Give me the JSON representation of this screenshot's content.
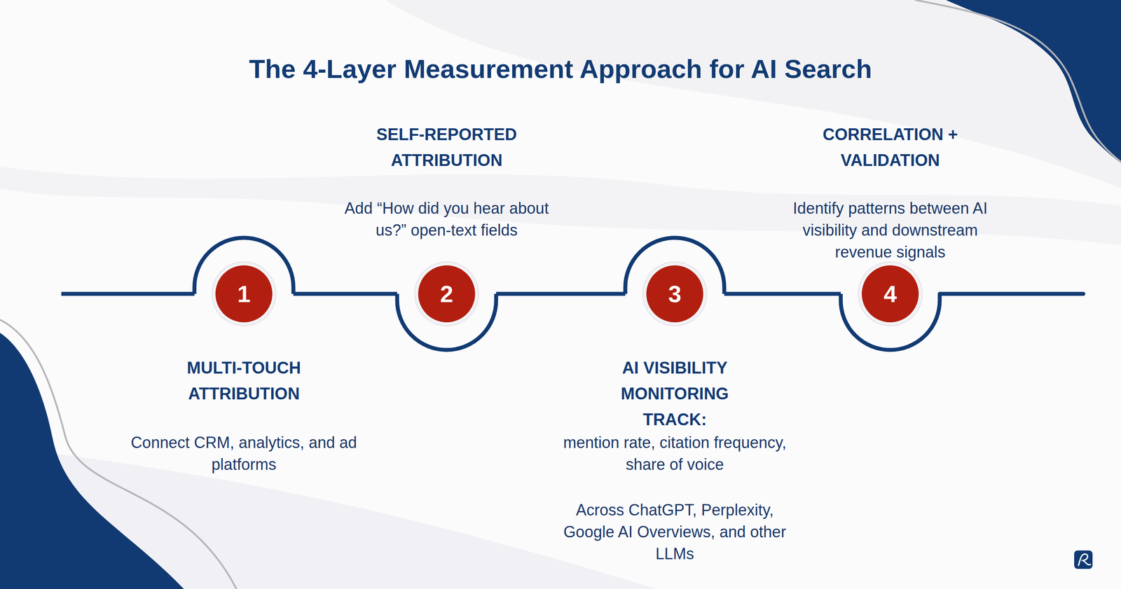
{
  "diagram": {
    "title": "The 4-Layer Measurement Approach for AI Search",
    "nodes": [
      {
        "text": [
          "1",
          "MULTI-TOUCH ATTRIBUTION",
          "Connect CRM, analytics, and ad platforms"
        ]
      },
      {
        "text": [
          "2",
          "SELF-REPORTED ATTRIBUTION",
          "Add “How did you hear about us?” open-text fields"
        ]
      },
      {
        "text": [
          "3",
          "AI VISIBILITY MONITORING TRACK:",
          "mention rate, citation frequency, share of voice",
          "Across ChatGPT, Perplexity, Google AI Overviews, and other LLMs"
        ]
      },
      {
        "text": [
          "4",
          "CORRELATION + VALIDATION",
          "Identify patterns between AI visibility and downstream revenue signals"
        ]
      }
    ],
    "edges": [
      {
        "from": 0,
        "to": 1,
        "arrow": "none"
      },
      {
        "from": 1,
        "to": 2,
        "arrow": "none"
      },
      {
        "from": 2,
        "to": 3,
        "arrow": "none"
      }
    ]
  }
}
